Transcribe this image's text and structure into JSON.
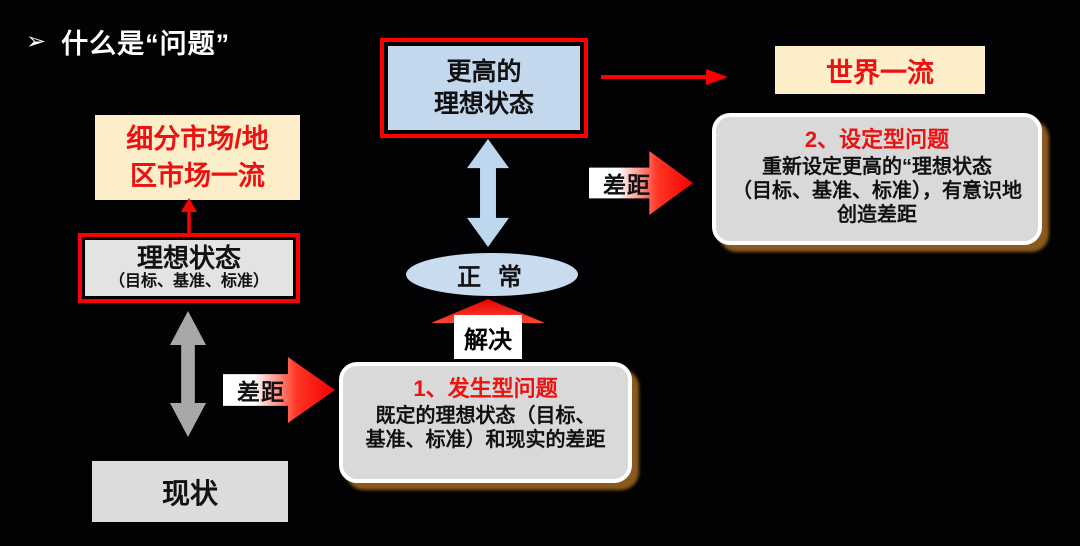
{
  "slide": {
    "title": {
      "marker": "➢",
      "text": "什么是“问题”"
    },
    "colors": {
      "background": "#000000",
      "red_accent": "#FF0000",
      "cream_fill": "#FBEEC9",
      "light_blue_fill": "#C3D8ED",
      "gray_fill": "#DCDCDC",
      "rounded_box_fill": "#D9D9D9",
      "shadow_brown": "#8A5A1E",
      "double_arrow_gray": "#A8A8A8",
      "double_arrow_blue": "#BDD7EE"
    },
    "boxes": {
      "segment_market": {
        "lines": [
          "细分市场/地",
          "区市场一流"
        ]
      },
      "ideal_state": {
        "title": "理想状态",
        "subtitle": "（目标、基准、标准）"
      },
      "current_state": {
        "label": "现状"
      },
      "higher_ideal": {
        "lines": [
          "更高的",
          "理想状态"
        ]
      },
      "world_class": {
        "label": "世界一流"
      },
      "problem1": {
        "heading": "1、发生型问题",
        "lines": [
          "既定的理想状态（目标、",
          "基准、标准）和现实的差距"
        ]
      },
      "problem2": {
        "heading": "2、设定型问题",
        "lines": [
          "重新设定更高的“理想状态",
          "（目标、基准、标准），有意识地",
          "创造差距"
        ]
      }
    },
    "ellipse": {
      "label": "正 常"
    },
    "arrow_labels": {
      "gap_left": "差距",
      "gap_right": "差距",
      "solve": "解决"
    }
  }
}
